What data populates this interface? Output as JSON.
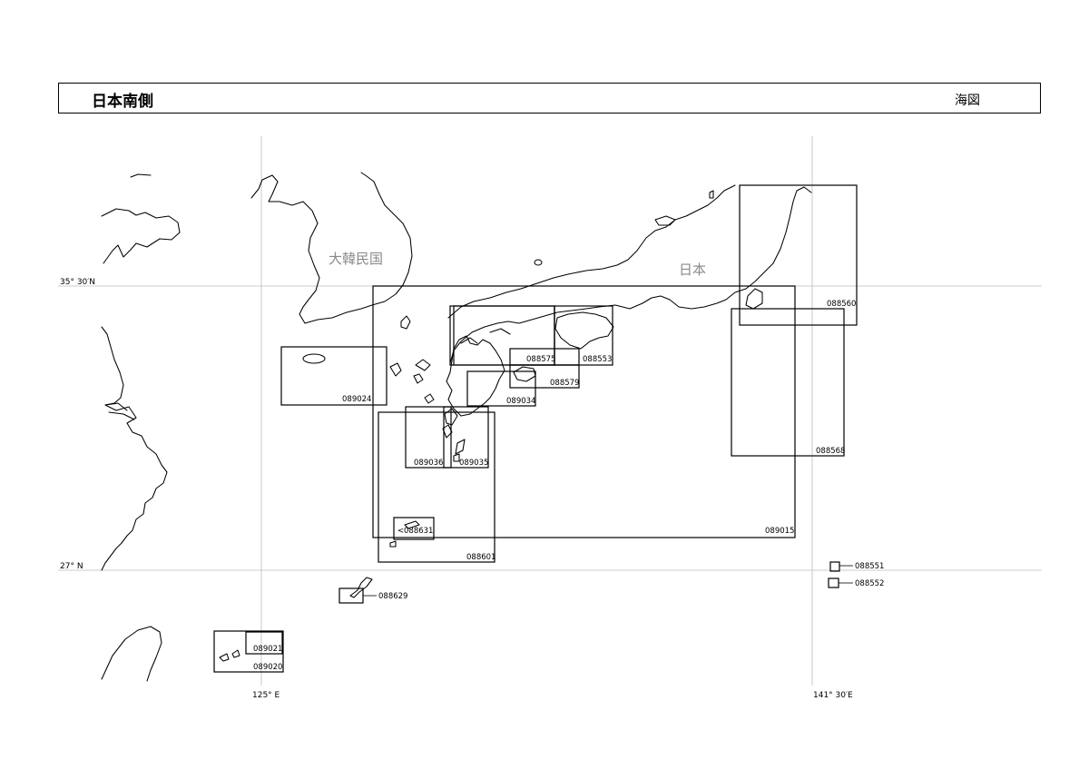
{
  "header": {
    "title": "日本南側",
    "type": "海図"
  },
  "grid_labels": {
    "lat_north": "35° 30′N",
    "lat_south": "27° N",
    "lon_west": "125° E",
    "lon_east": "141° 30′E"
  },
  "countries": {
    "korea": "大韓民国",
    "japan": "日本"
  },
  "charts": {
    "c089015": "089015",
    "c088560": "088560",
    "c088568": "088568",
    "c088575": "088575",
    "c088553": "088553",
    "c088579": "088579",
    "c089034": "089034",
    "c089024": "089024",
    "c089036": "089036",
    "c089035": "089035",
    "c088631": "088631",
    "c088601": "088601",
    "c088629": "088629",
    "c089021": "089021",
    "c089020": "089020",
    "c088551": "088551",
    "c088552": "088552"
  }
}
